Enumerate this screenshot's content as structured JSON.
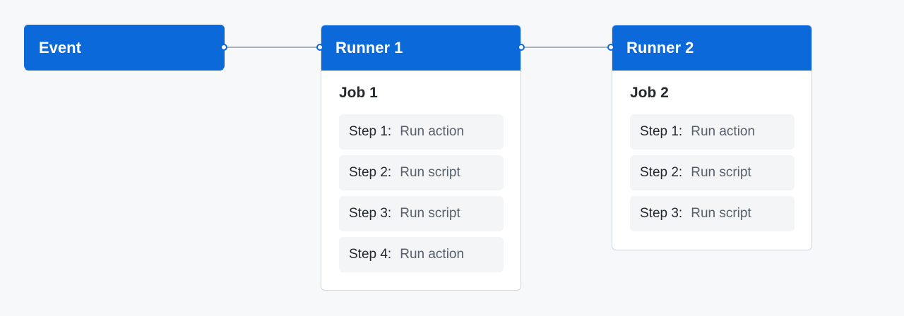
{
  "event": {
    "label": "Event"
  },
  "runners": [
    {
      "title": "Runner 1",
      "job": "Job 1",
      "steps": [
        {
          "label": "Step 1:",
          "action": "Run action"
        },
        {
          "label": "Step 2:",
          "action": "Run script"
        },
        {
          "label": "Step 3:",
          "action": "Run script"
        },
        {
          "label": "Step 4:",
          "action": "Run action"
        }
      ]
    },
    {
      "title": "Runner 2",
      "job": "Job 2",
      "steps": [
        {
          "label": "Step 1:",
          "action": "Run action"
        },
        {
          "label": "Step 2:",
          "action": "Run script"
        },
        {
          "label": "Step 3:",
          "action": "Run script"
        }
      ]
    }
  ],
  "colors": {
    "header": "#0b69da",
    "background": "#f6f8fa",
    "connector": "#a8b6c4",
    "step_background": "#f3f5f7"
  }
}
